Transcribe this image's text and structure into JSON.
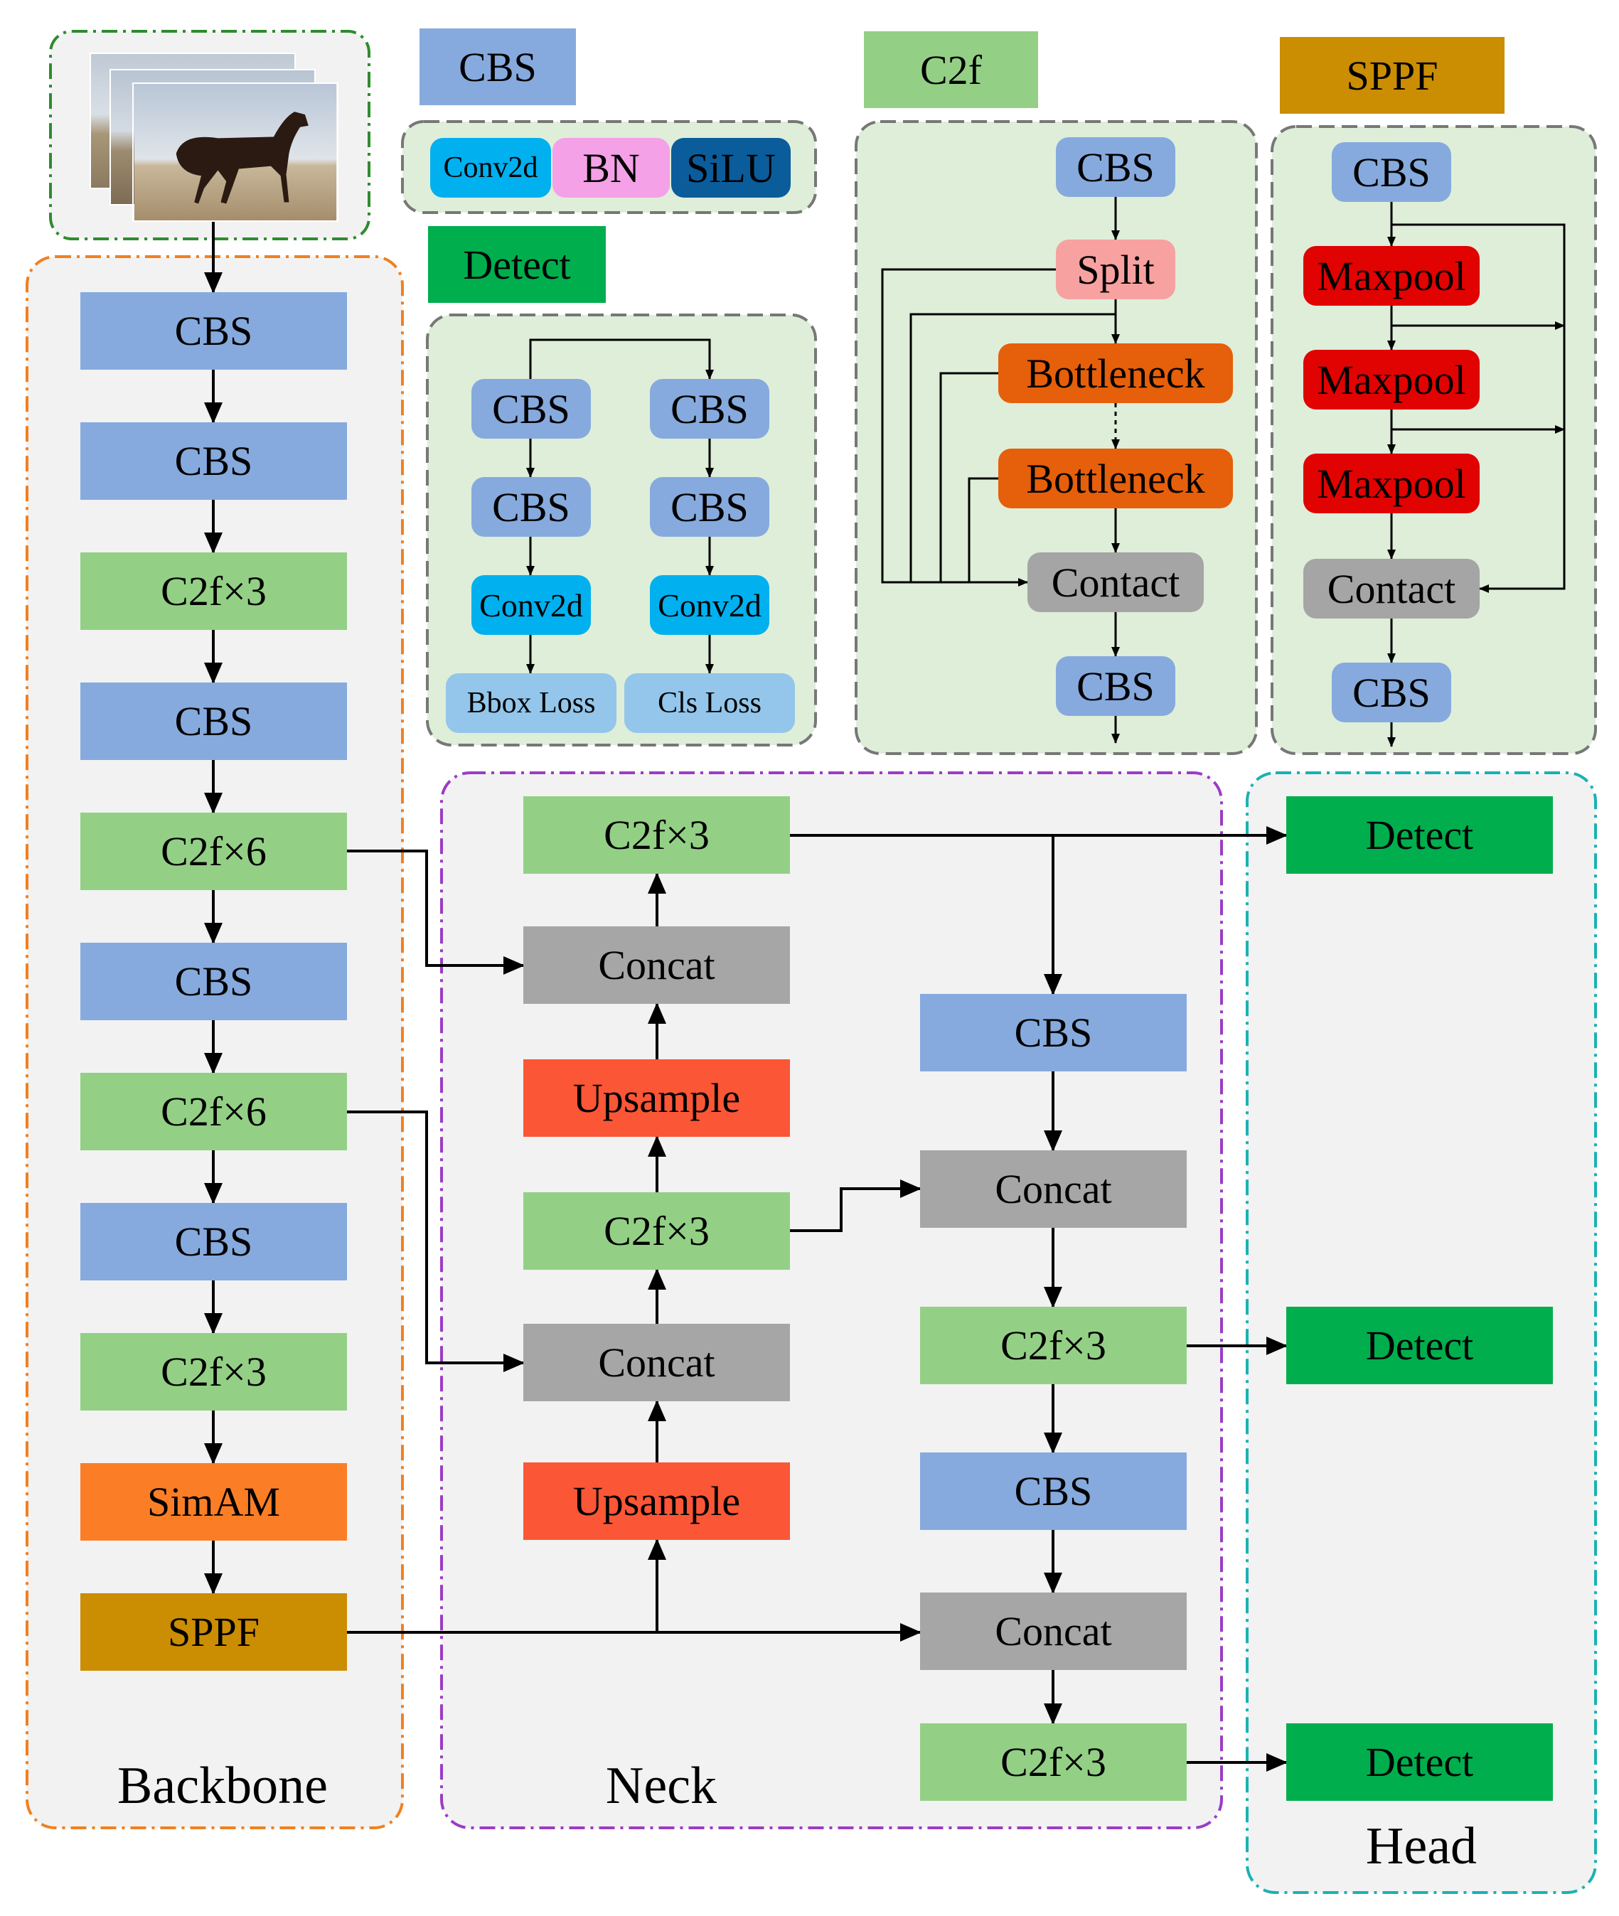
{
  "backbone": {
    "title": "Backbone",
    "blocks": [
      "CBS",
      "CBS",
      "C2f×3",
      "CBS",
      "C2f×6",
      "CBS",
      "C2f×6",
      "CBS",
      "C2f×3",
      "SimAM",
      "SPPF"
    ]
  },
  "neck": {
    "title": "Neck",
    "left": [
      "C2f×3",
      "Concat",
      "Upsample",
      "C2f×3",
      "Concat",
      "Upsample"
    ],
    "right": [
      "CBS",
      "Concat",
      "C2f×3",
      "CBS",
      "Concat",
      "C2f×3"
    ]
  },
  "head": {
    "title": "Head",
    "detects": [
      "Detect",
      "Detect",
      "Detect"
    ]
  },
  "legend_cbs": {
    "title": "CBS",
    "parts": [
      "Conv2d",
      "BN",
      "SiLU"
    ]
  },
  "legend_detect": {
    "title": "Detect",
    "left": [
      "CBS",
      "CBS",
      "Conv2d",
      "Bbox Loss"
    ],
    "right": [
      "CBS",
      "CBS",
      "Conv2d",
      "Cls Loss"
    ]
  },
  "legend_c2f": {
    "title": "C2f",
    "blocks": [
      "CBS",
      "Split",
      "Bottleneck",
      "Bottleneck",
      "Contact",
      "CBS"
    ]
  },
  "legend_sppf": {
    "title": "SPPF",
    "blocks": [
      "CBS",
      "Maxpool",
      "Maxpool",
      "Maxpool",
      "Contact",
      "CBS"
    ]
  },
  "colors": {
    "cbs": "#86aadd",
    "c2f": "#93d085",
    "concat": "#a6a6a6",
    "upsample": "#fb5636",
    "simam": "#fb7e27",
    "sppf": "#cb8d02",
    "detect": "#00ae4d",
    "conv2d": "#00b0ef",
    "bn": "#f4a1e7",
    "silu": "#0b5c9b",
    "loss": "#93c6ea",
    "split": "#f8a1a1",
    "bottleneck": "#e65f0a",
    "maxpool": "#e10202",
    "backbone_border": "#f08020",
    "neck_border": "#9c3cc4",
    "head_border": "#19b2b2",
    "legend_border": "#777777",
    "input_border": "#2e8b2e"
  },
  "input_image": {
    "icon": "horse-photo-stack"
  }
}
